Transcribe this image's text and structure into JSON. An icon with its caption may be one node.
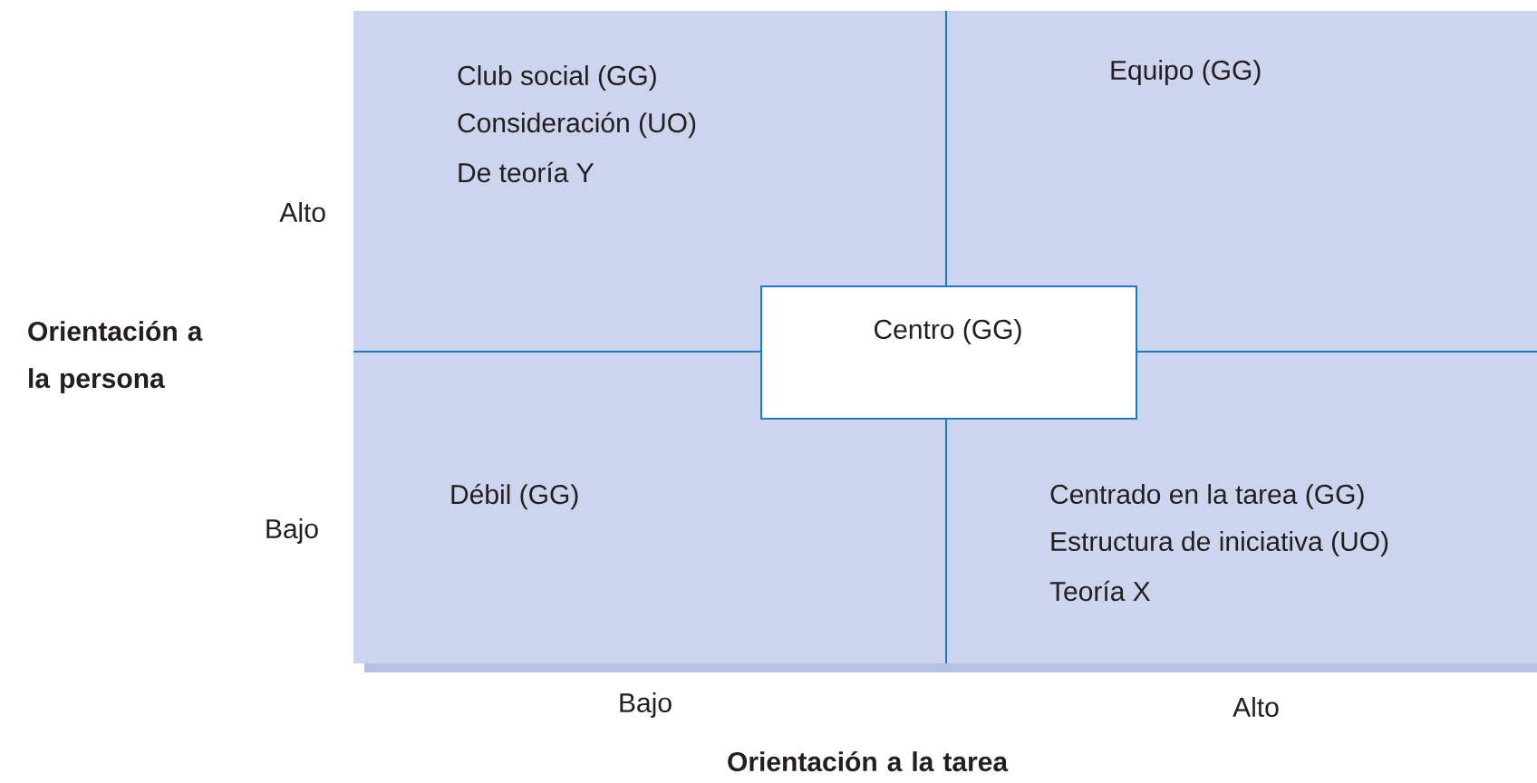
{
  "diagram": {
    "nodes": [
      {
        "text": [
          "Club social (GG)",
          "Consideración (UO)",
          "De teoría Y"
        ]
      },
      {
        "text": [
          "Equipo (GG)"
        ]
      },
      {
        "text": [
          "Centro (GG)"
        ]
      },
      {
        "text": [
          "Débil (GG)"
        ]
      },
      {
        "text": [
          "Centrado en la tarea (GG)",
          "Estructura de iniciativa (UO)",
          "Teoría X"
        ]
      }
    ],
    "labels": [
      "Alto",
      "Orientación a la persona",
      "Bajo",
      "Bajo",
      "Alto",
      "Orientación a la tarea"
    ]
  }
}
